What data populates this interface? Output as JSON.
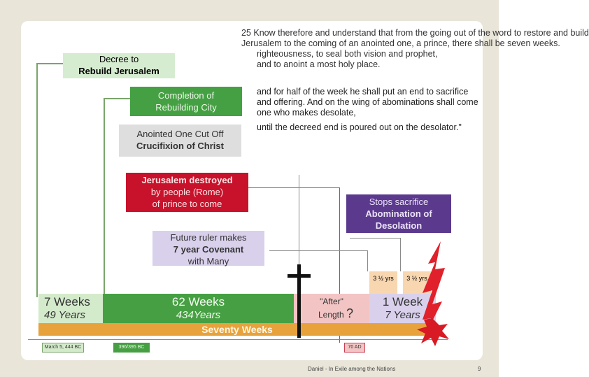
{
  "verse": {
    "line1": "25 Know therefore and understand that from the going out of the word to restore and build",
    "line2": "Jerusalem to the coming of an anointed one, a prince, there shall be seven weeks.",
    "line3": "righteousness, to seal both vision and prophet,",
    "line4": "and to anoint a most holy place.",
    "para1": "and for half of the week he shall put an end to sacrifice and offering. And on the wing of abominations shall come one who makes desolate,",
    "para2": "until the decreed end is poured out on the desolator.\""
  },
  "boxes": {
    "decree": {
      "line1": "Decree to",
      "line2": "Rebuild Jerusalem"
    },
    "completion": {
      "line1": "Completion of",
      "line2": "Rebuilding City"
    },
    "anointed": {
      "line1": "Anointed One Cut Off",
      "line2": "Crucifixion of Christ"
    },
    "destroyed": {
      "line1": "Jerusalem destroyed",
      "line2": "by people (Rome)",
      "line3": "of prince to come"
    },
    "stops": {
      "line1": "Stops sacrifice",
      "line2": "Abomination of",
      "line3": "Desolation"
    },
    "future": {
      "line1": "Future ruler makes",
      "line2": "7 year Covenant",
      "line3": "with Many"
    }
  },
  "timeline": {
    "seven_weeks": "7 Weeks",
    "seven_years": "49 Years",
    "sixtytwo_weeks": "62 Weeks",
    "sixtytwo_years": "434Years",
    "after": "\"After\"",
    "length": "Length",
    "question": "?",
    "one_week": "1 Week",
    "seven_yrs": "7 Years",
    "half_a": "3 ½ yrs",
    "half_b": "3 ½ yrs",
    "seventy": "Seventy Weeks"
  },
  "dates": {
    "start": "March 5, 444 BC",
    "mid": "396/395 BC",
    "end": "70 AD"
  },
  "footer": {
    "text": "Daniel - In Exile among the Nations",
    "page": "9"
  },
  "colors": {
    "green_light": "#cfe8c6",
    "green_dark": "#3f9a3a",
    "red": "#c4102a",
    "purple": "#5b3a8e",
    "lavender": "#d9d0ec",
    "orange": "#e8a23c",
    "pink": "#f2c0c0",
    "peach": "#f7d8b8"
  }
}
